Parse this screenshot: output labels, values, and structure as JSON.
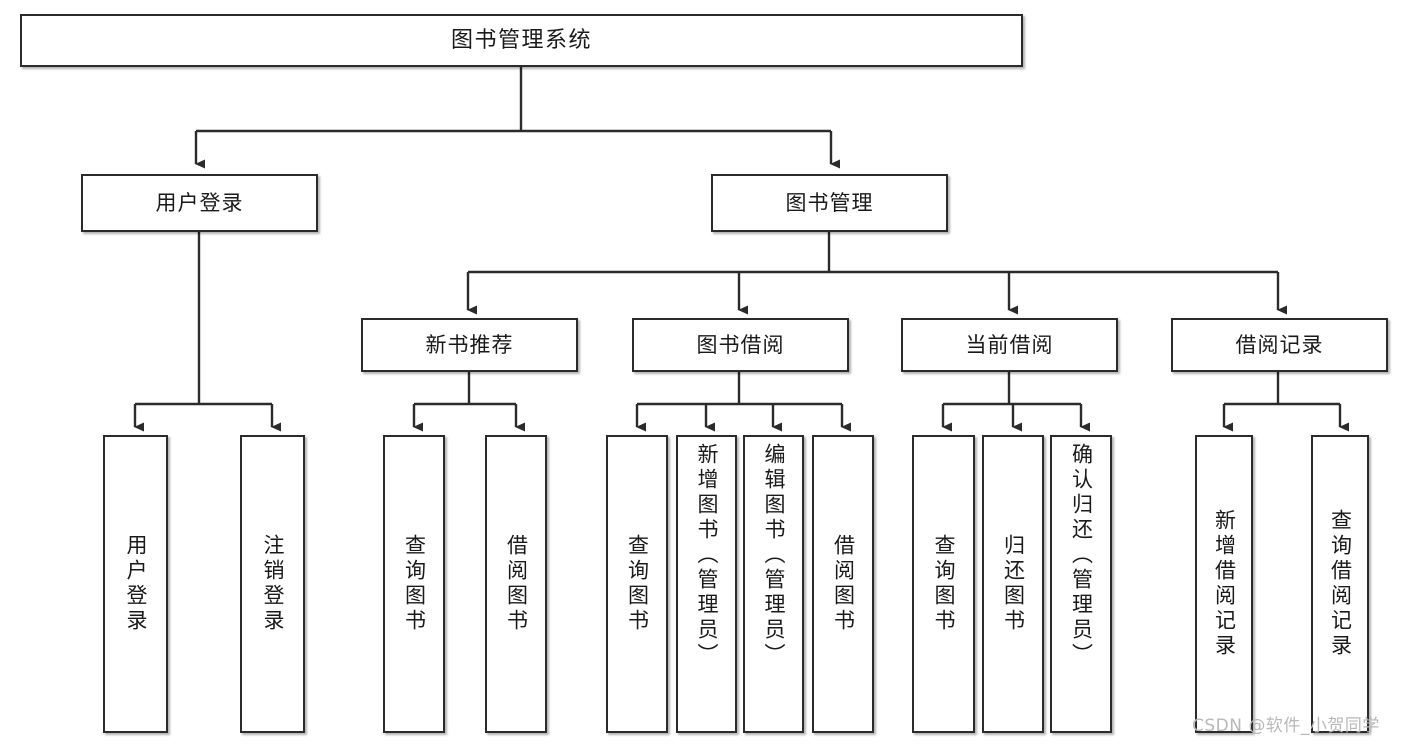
{
  "diagram": {
    "title": "图书管理系统",
    "type": "function-structure-tree",
    "watermark": "CSDN @软件_小贺同学",
    "colors": {
      "box_border": "#2b2b2b",
      "box_fill": "#ffffff",
      "connector": "#2b2b2b",
      "text": "#1a1a1a",
      "watermark": "#b9b9b9",
      "background": "#ffffff"
    },
    "levels": {
      "root": {
        "label": "图书管理系统"
      },
      "level1": [
        {
          "label": "用户登录"
        },
        {
          "label": "图书管理"
        }
      ],
      "level2": [
        {
          "label": "新书推荐"
        },
        {
          "label": "图书借阅"
        },
        {
          "label": "当前借阅"
        },
        {
          "label": "借阅记录"
        }
      ],
      "leaves": {
        "user_login": [
          {
            "label": "用户登录"
          },
          {
            "label": "注销登录"
          }
        ],
        "new_book_recommend": [
          {
            "label": "查询图书"
          },
          {
            "label": "借阅图书"
          }
        ],
        "book_borrow": [
          {
            "label": "查询图书"
          },
          {
            "label": "新增图书（管理员）"
          },
          {
            "label": "编辑图书（管理员）"
          },
          {
            "label": "借阅图书"
          }
        ],
        "current_borrow": [
          {
            "label": "查询图书"
          },
          {
            "label": "归还图书"
          },
          {
            "label": "确认归还（管理员）"
          }
        ],
        "borrow_record": [
          {
            "label": "新增借阅记录"
          },
          {
            "label": "查询借阅记录"
          }
        ]
      }
    }
  }
}
